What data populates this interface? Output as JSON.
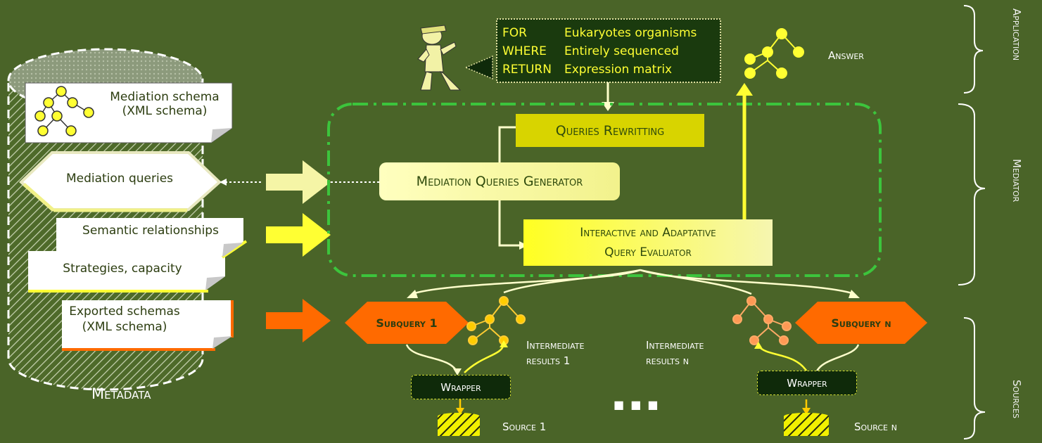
{
  "metadata": {
    "title": "Metadata",
    "mediation_schema_line1": "Mediation schema",
    "mediation_schema_line2": "(XML schema)",
    "mediation_queries": "Mediation queries",
    "semantic_relationships": "Semantic relationships",
    "strategies_capacity": "Strategies, capacity",
    "exported_schemas_line1": "Exported schemas",
    "exported_schemas_line2": "(XML schema)"
  },
  "user_query": {
    "for_kw": "FOR",
    "for_val": "Eukaryotes organisms",
    "where_kw": "WHERE",
    "where_val": "Entirely sequenced",
    "return_kw": "RETURN",
    "return_val": "Expression matrix"
  },
  "answer_label": "Answer",
  "mediator_components": {
    "queries_rewriting": "Queries Rewritting",
    "mediation_queries_generator": "Mediation Queries Generator",
    "evaluator_line1": "Interactive and Adaptative",
    "evaluator_line2": "Query Evaluator"
  },
  "sources_part": {
    "subquery_1": "Subquery 1",
    "subquery_n": "Subquery n",
    "intermediate_1_line1": "Intermediate",
    "intermediate_1_line2": "results 1",
    "intermediate_n_line1": "Intermediate",
    "intermediate_n_line2": "results n",
    "wrapper_1": "Wrapper",
    "wrapper_n": "Wrapper",
    "source_1": "Source 1",
    "source_n": "Source n",
    "ellipsis": "■ ■ ■"
  },
  "layers": {
    "application": "Application",
    "mediator": "Mediator",
    "sources": "Sources"
  },
  "colors": {
    "background": "#4a6428",
    "yellow": "#ffff33",
    "orange": "#ff6a00",
    "green_dash": "#3cc43c",
    "query_box": "#1a3a0e"
  }
}
